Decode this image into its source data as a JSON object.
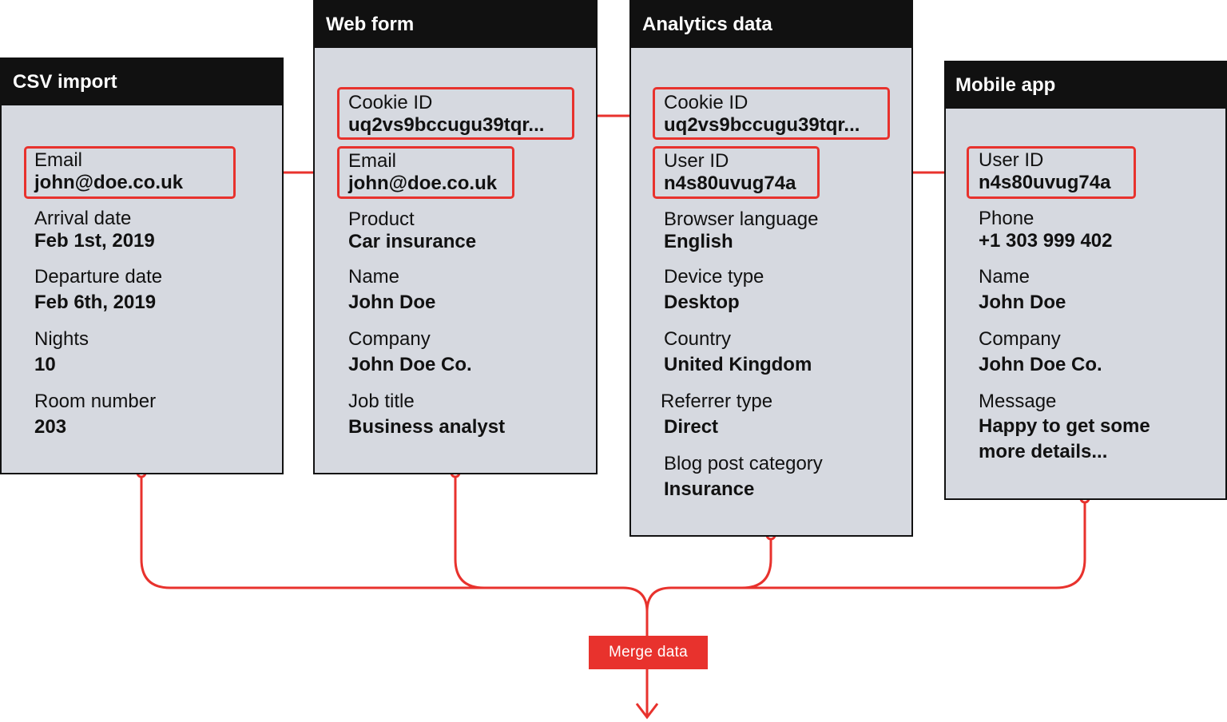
{
  "colors": {
    "accent": "#e8322d",
    "header_bg": "#111111",
    "card_bg": "#d6d9e0"
  },
  "cards": {
    "csv": {
      "title": "CSV import",
      "email": {
        "label": "Email",
        "value": "john@doe.co.uk"
      },
      "arrival": {
        "label": "Arrival date",
        "value": "Feb 1st, 2019"
      },
      "departure": {
        "label": "Departure date",
        "value": "Feb 6th, 2019"
      },
      "nights": {
        "label": "Nights",
        "value": "10"
      },
      "room": {
        "label": "Room number",
        "value": "203"
      }
    },
    "web": {
      "title": "Web form",
      "cookie": {
        "label": "Cookie ID",
        "value": "uq2vs9bccugu39tqr..."
      },
      "email": {
        "label": "Email",
        "value": "john@doe.co.uk"
      },
      "product": {
        "label": "Product",
        "value": "Car insurance"
      },
      "name": {
        "label": "Name",
        "value": "John Doe"
      },
      "company": {
        "label": "Company",
        "value": "John Doe Co."
      },
      "job": {
        "label": "Job title",
        "value": "Business analyst"
      }
    },
    "analytics": {
      "title": "Analytics data",
      "cookie": {
        "label": "Cookie ID",
        "value": "uq2vs9bccugu39tqr..."
      },
      "user": {
        "label": "User ID",
        "value": "n4s80uvug74a"
      },
      "language": {
        "label": "Browser language",
        "value": "English"
      },
      "device": {
        "label": "Device type",
        "value": "Desktop"
      },
      "country": {
        "label": "Country",
        "value": "United Kingdom"
      },
      "referrer": {
        "label": "Referrer type",
        "value": "Direct"
      },
      "blog": {
        "label": "Blog post category",
        "value": "Insurance"
      }
    },
    "mobile": {
      "title": "Mobile app",
      "user": {
        "label": "User ID",
        "value": "n4s80uvug74a"
      },
      "phone": {
        "label": "Phone",
        "value": "+1 303 999 402"
      },
      "name": {
        "label": "Name",
        "value": "John Doe"
      },
      "company": {
        "label": "Company",
        "value": "John Doe Co."
      },
      "message": {
        "label": "Message",
        "value": "Happy to get some more details..."
      }
    }
  },
  "merge": {
    "label": "Merge data"
  }
}
